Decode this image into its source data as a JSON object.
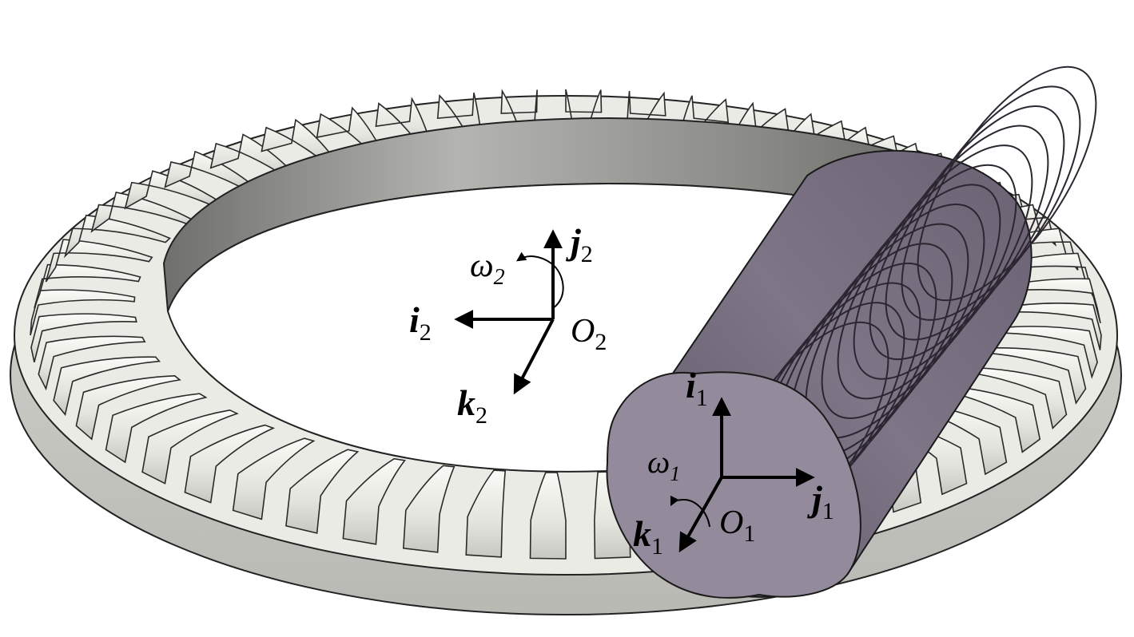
{
  "diagram": {
    "gear_frame": {
      "omega": "ω",
      "omega_sub": "2",
      "i_axis": "i",
      "i_sub": "2",
      "j_axis": "j",
      "j_sub": "2",
      "k_axis": "k",
      "k_sub": "2",
      "origin": "O",
      "origin_sub": "2"
    },
    "worm_frame": {
      "omega": "ω",
      "omega_sub": "1",
      "i_axis": "i",
      "i_sub": "1",
      "j_axis": "j",
      "j_sub": "1",
      "k_axis": "k",
      "k_sub": "1",
      "origin": "O",
      "origin_sub": "1"
    },
    "colors": {
      "gear_face": "#ececE6",
      "gear_shadow": "#a9a9a4",
      "ring_inner": "#8e8e8a",
      "worm_body": "#7d7585",
      "worm_face": "#938b9b"
    }
  }
}
